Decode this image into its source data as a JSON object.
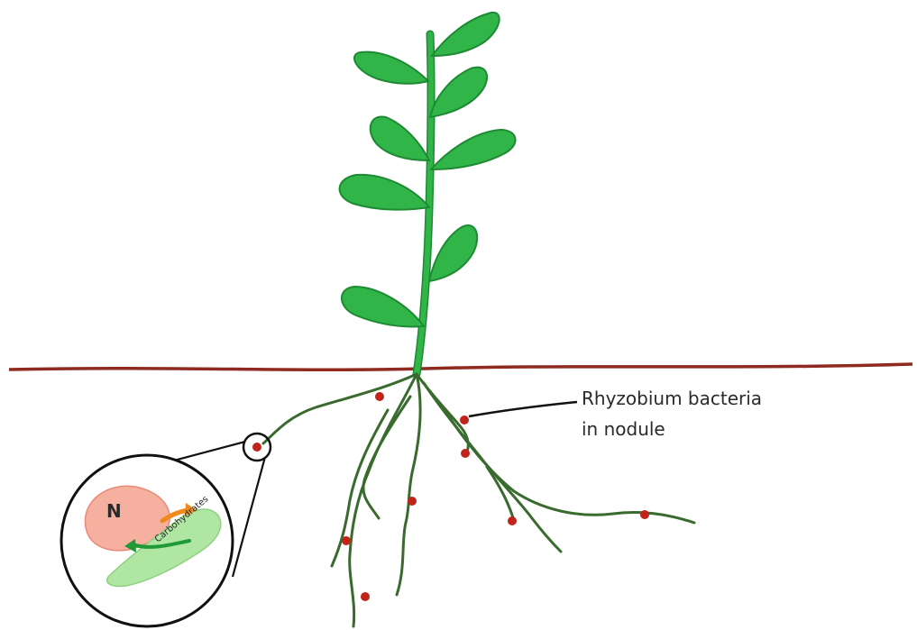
{
  "diagram": {
    "callout": {
      "line1": "Rhyzobium bacteria",
      "line2": "in nodule"
    },
    "inset": {
      "element_symbol": "N",
      "arrow_label": "Carbohydrates"
    }
  },
  "colors": {
    "plant_green": "#31B548",
    "leaf_outline": "#1E8A33",
    "root_green": "#3A6B2E",
    "soil_line": "#8E2A1F",
    "nodule_red": "#C0241A",
    "bacteria_pink": "#F6B0A0",
    "carbohydrate_green": "#AEE6A2",
    "arrow_orange": "#F08A1C",
    "outline_black": "#111111"
  },
  "icons": {
    "leaf": "leaf-shape",
    "nodule": "nodule-dot",
    "magnifier": "zoom-circle"
  }
}
